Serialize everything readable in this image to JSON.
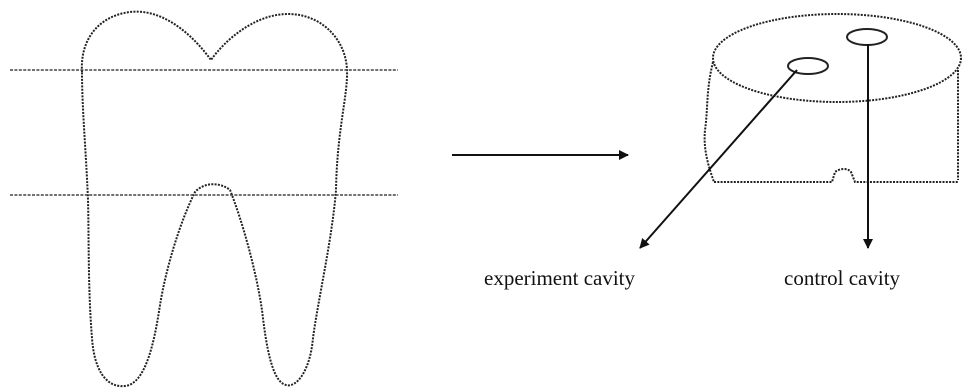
{
  "labels": {
    "experiment": "experiment cavity",
    "control": "control cavity"
  },
  "colors": {
    "stroke": "#222222",
    "line": "#444444",
    "text": "#111111",
    "background": "#ffffff"
  },
  "icons": {
    "tooth": "molar-tooth-outline",
    "arrow": "right-arrow",
    "specimen": "tooth-disc-specimen"
  }
}
